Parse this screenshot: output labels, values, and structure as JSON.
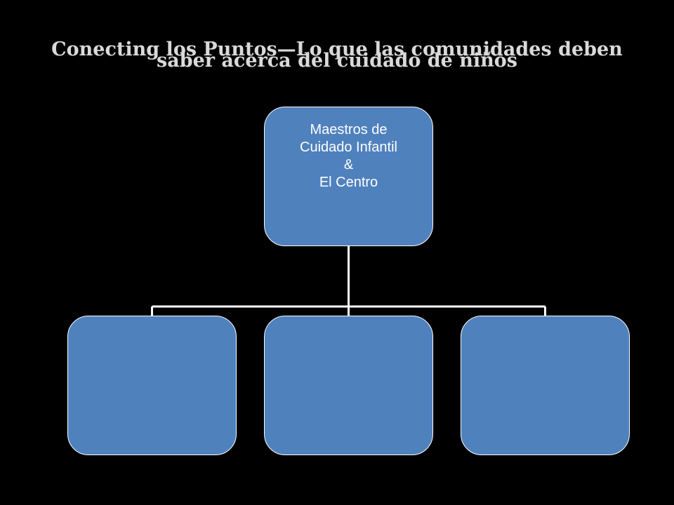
{
  "slide": {
    "title_line1": "Conecting los Puntos—Lo que las comunidades deben",
    "title_line2": "saber acerca del cuidado de niños"
  },
  "colors": {
    "background": "#000000",
    "box_fill": "#4f81bd",
    "box_border": "#ffffff",
    "connector": "#ffffff",
    "title_text": "#d9d9d9"
  },
  "org_chart": {
    "root": {
      "label": "Maestros de\nCuidado Infantil\n&\nEl Centro"
    },
    "children": [
      {
        "label": ""
      },
      {
        "label": ""
      },
      {
        "label": ""
      }
    ]
  }
}
